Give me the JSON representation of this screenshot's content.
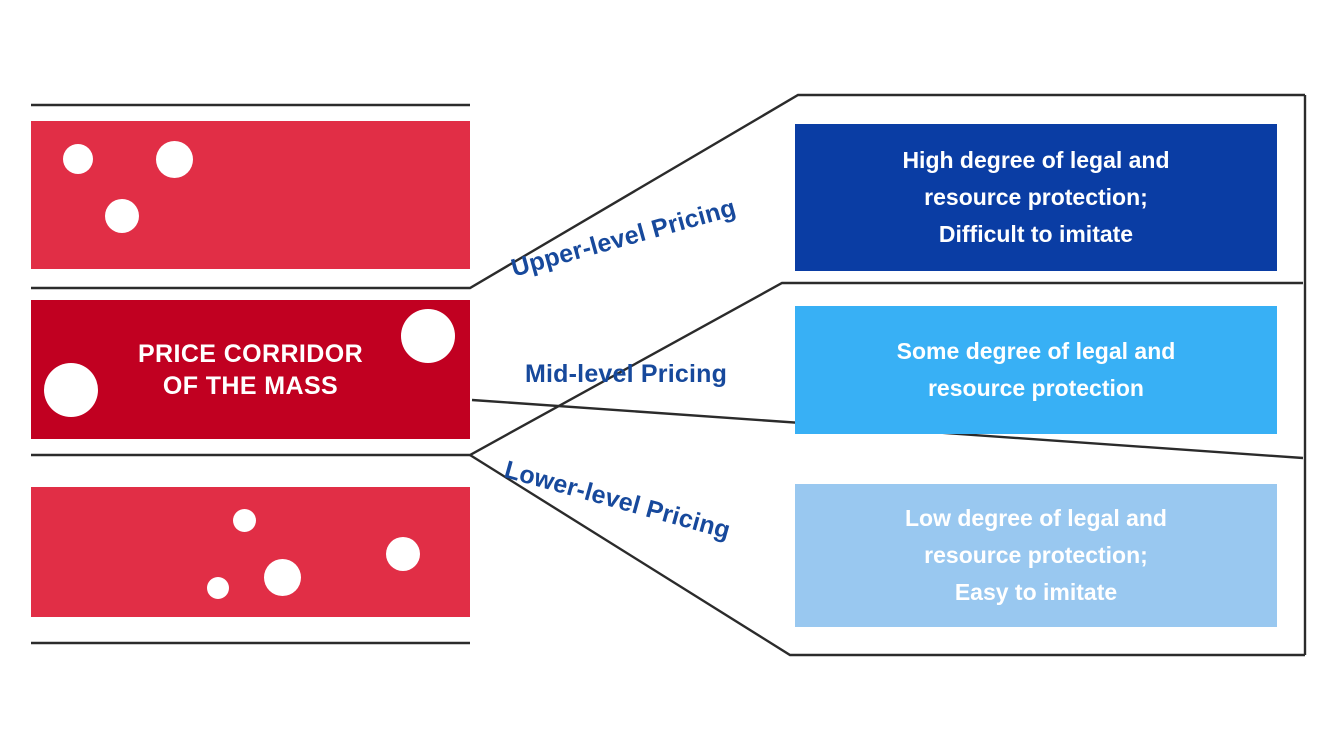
{
  "diagram": {
    "title": "Price Corridor of the Mass - Pricing Tiers",
    "colors": {
      "red_light": "#E12E46",
      "red_dark": "#C10021",
      "blue_dark": "#0A3DA4",
      "blue_mid": "#38B0F5",
      "blue_light": "#99C8F0",
      "label_blue": "#17499C",
      "line_black": "#2B2B2B"
    }
  },
  "corridor": {
    "title": "PRICE CORRIDOR\nOF THE MASS",
    "bars": [
      {
        "name": "upper-band",
        "bubble_count": 3
      },
      {
        "name": "mass-band",
        "bubble_count": 2
      },
      {
        "name": "lower-band",
        "bubble_count": 4
      }
    ]
  },
  "tiers": [
    {
      "label": "Upper-level Pricing",
      "description": "High degree of legal and\nresource protection;\nDifficult to imitate",
      "color": "#0A3DA4"
    },
    {
      "label": "Mid-level Pricing",
      "description": "Some degree of legal and\nresource protection",
      "color": "#38B0F5"
    },
    {
      "label": "Lower-level Pricing",
      "description": "Low degree of legal and\nresource protection;\nEasy to imitate",
      "color": "#99C8F0"
    }
  ]
}
